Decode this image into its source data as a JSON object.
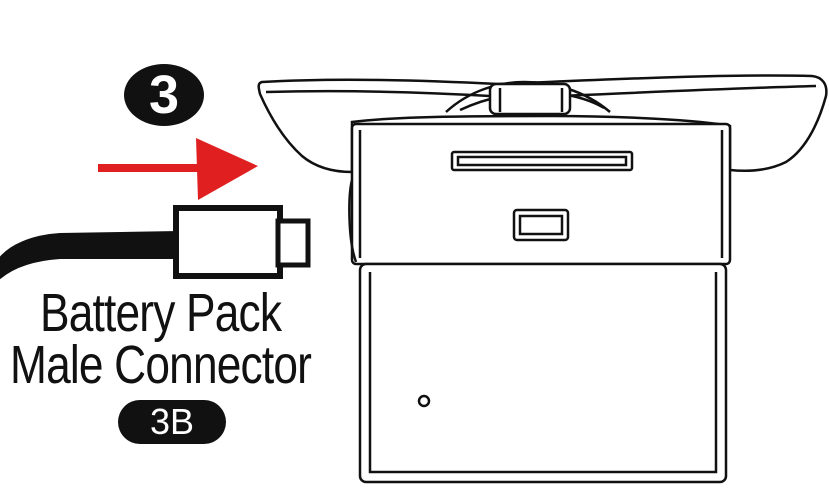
{
  "diagram": {
    "step_number": "3",
    "label_line_1": "Battery Pack",
    "label_line_2": "Male Connector",
    "part_code": "3B",
    "arrow_color": "#e02020",
    "line_color": "#111111"
  }
}
